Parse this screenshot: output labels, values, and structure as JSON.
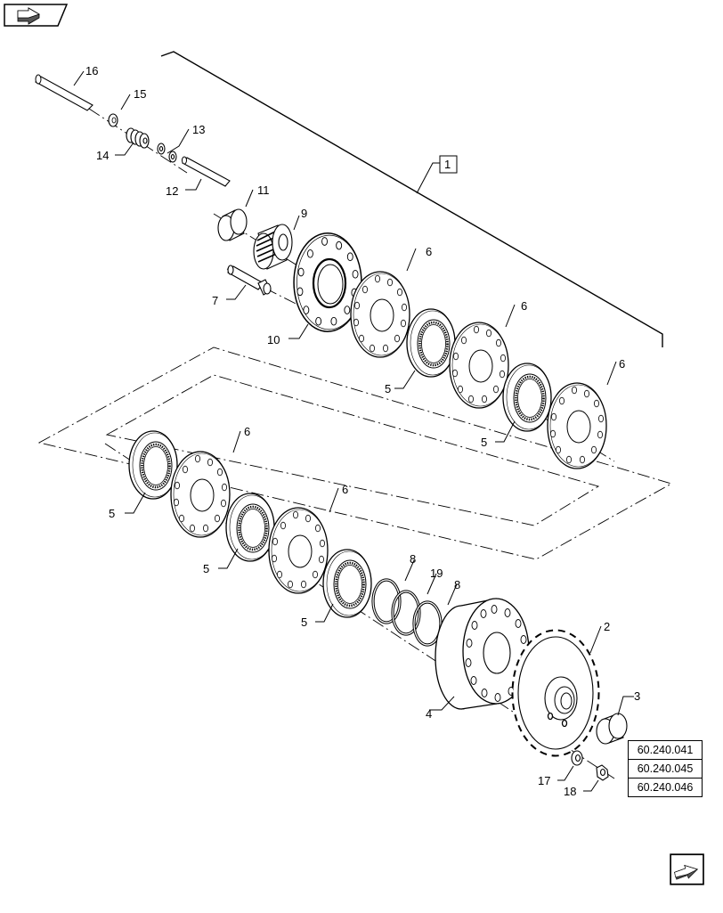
{
  "callouts": {
    "c1": "1",
    "c2": "2",
    "c3": "3",
    "c4": "4",
    "c5": "5",
    "c6": "6",
    "c7": "7",
    "c8": "8",
    "c9": "9",
    "c10": "10",
    "c11": "11",
    "c12": "12",
    "c13": "13",
    "c14": "14",
    "c15": "15",
    "c16": "16",
    "c17": "17",
    "c18": "18",
    "c19": "19"
  },
  "references": [
    "60.240.041",
    "60.240.045",
    "60.240.046"
  ],
  "icons": {
    "top": "previous-page-arrow-icon",
    "bottom": "next-page-arrow-icon"
  }
}
